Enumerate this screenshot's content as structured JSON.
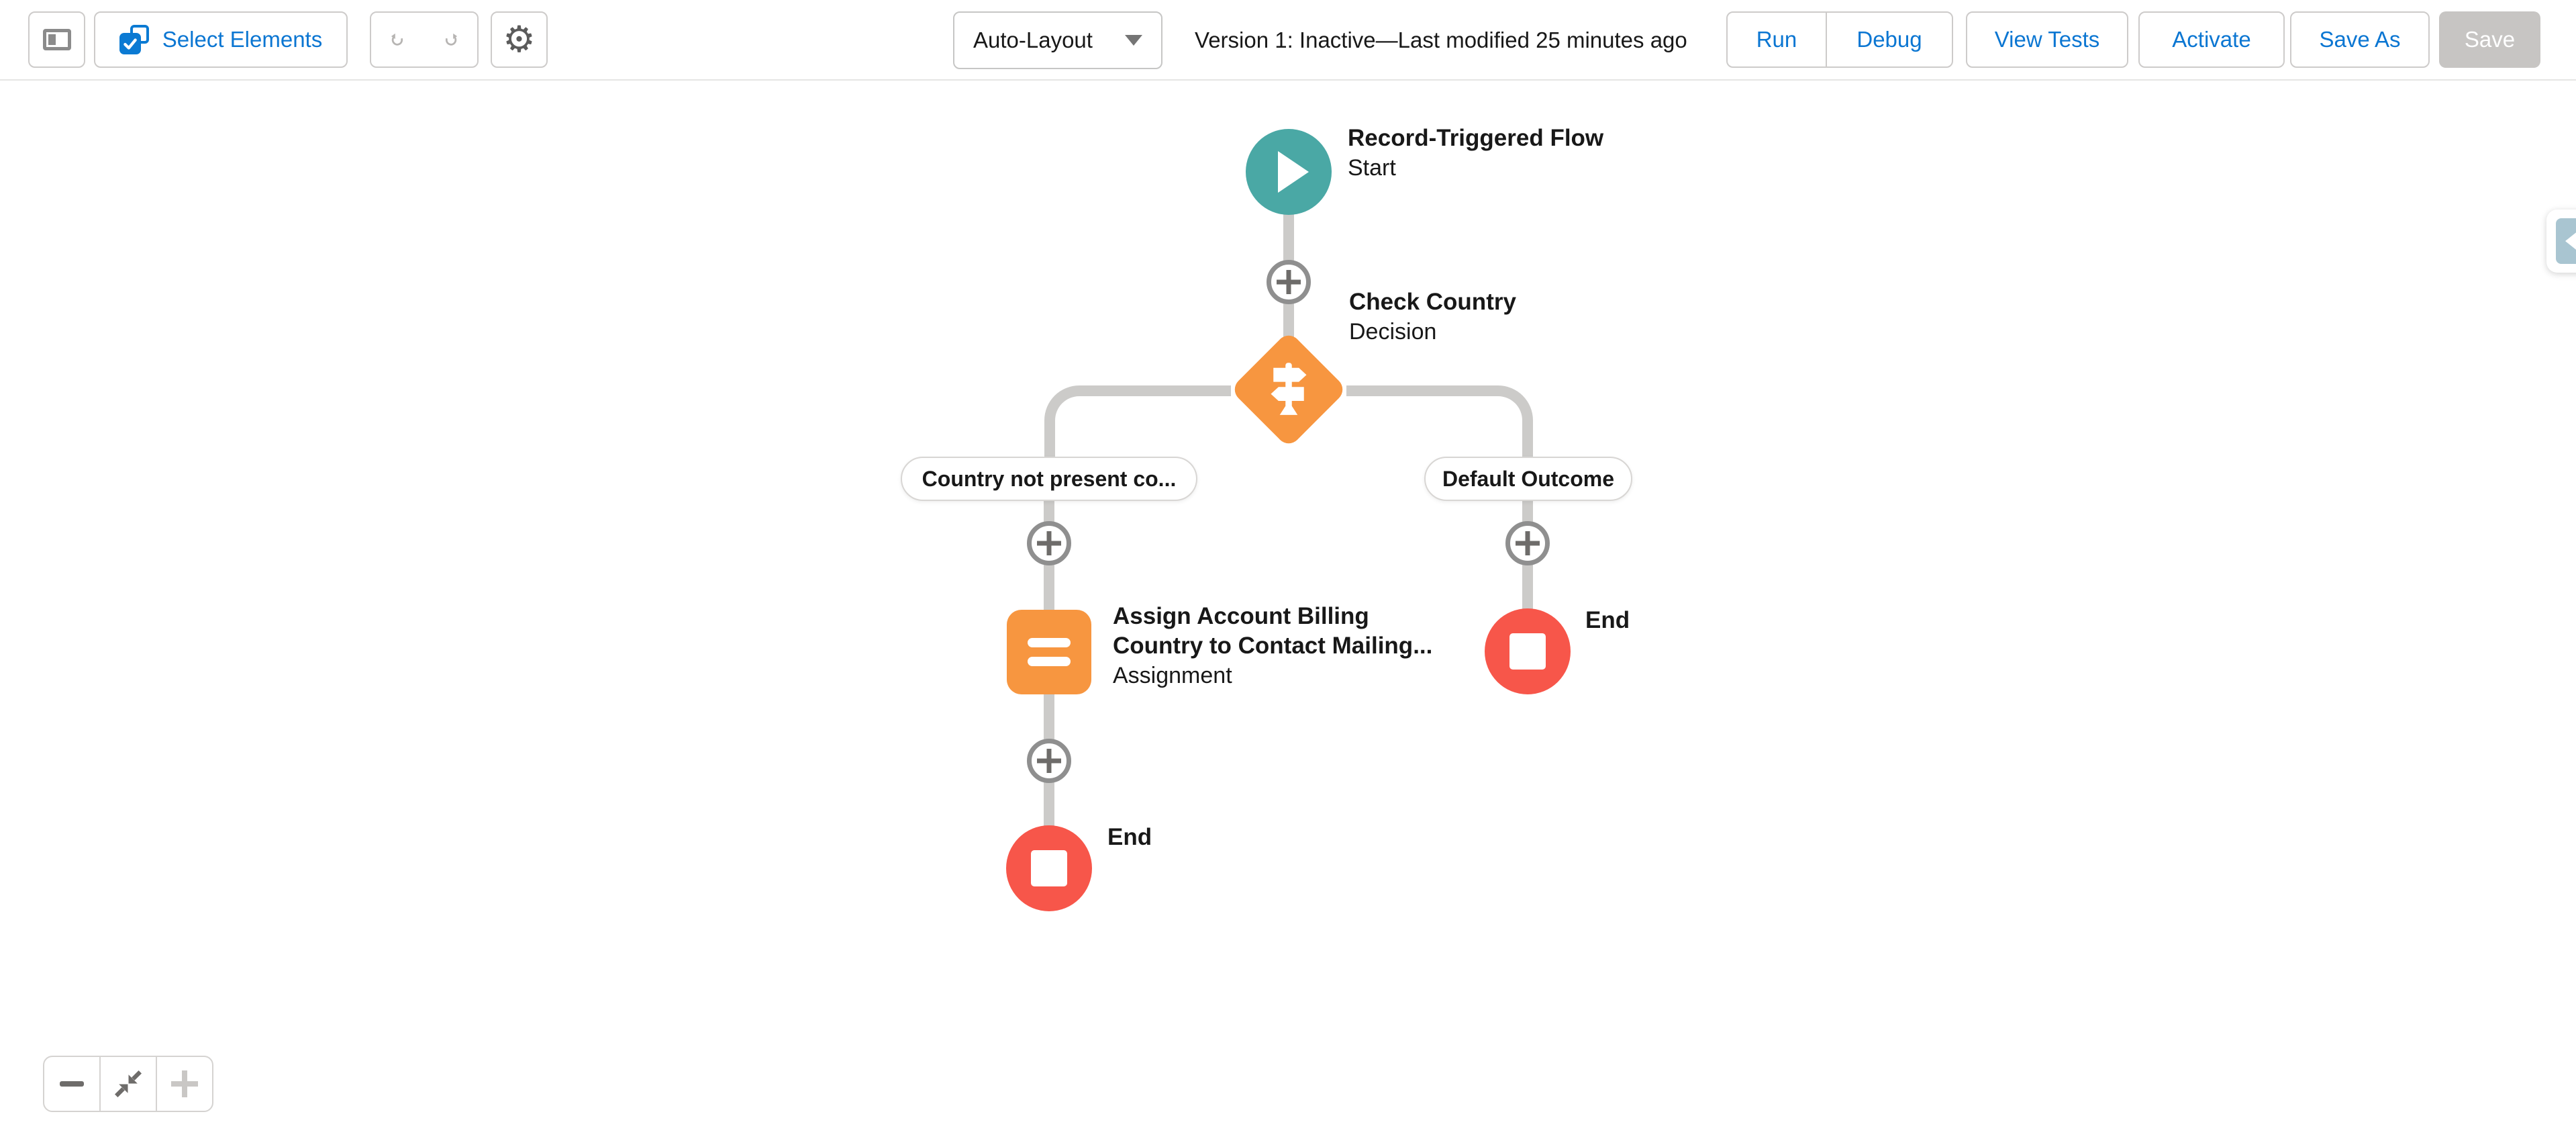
{
  "toolbar": {
    "select_elements": {
      "label": "Select Elements"
    },
    "layout_dropdown": {
      "value": "Auto-Layout"
    },
    "version_status": "Version 1: Inactive—Last modified 25 minutes ago",
    "actions": {
      "run": "Run",
      "debug": "Debug",
      "view_tests": "View Tests",
      "activate": "Activate",
      "save_as": "Save As",
      "save": "Save"
    }
  },
  "canvas": {
    "start": {
      "title": "Record-Triggered Flow",
      "subtitle": "Start"
    },
    "decision": {
      "title": "Check Country",
      "subtitle": "Decision"
    },
    "branches": {
      "left_label": "Country not present co...",
      "right_label": "Default Outcome"
    },
    "assignment": {
      "title_lines": [
        "Assign Account Billing",
        "Country to Contact Mailing..."
      ],
      "subtitle": "Assignment"
    },
    "end_left": {
      "label": "End"
    },
    "end_right": {
      "label": "End"
    }
  },
  "colors": {
    "start_teal": "#4AA8A5",
    "element_orange": "#F79640",
    "end_red": "#F7564A",
    "connector_gray": "#CCCBC9",
    "action_blue": "#0B76D2",
    "text": "#181818",
    "disabled_button": "#C7C5C3"
  }
}
